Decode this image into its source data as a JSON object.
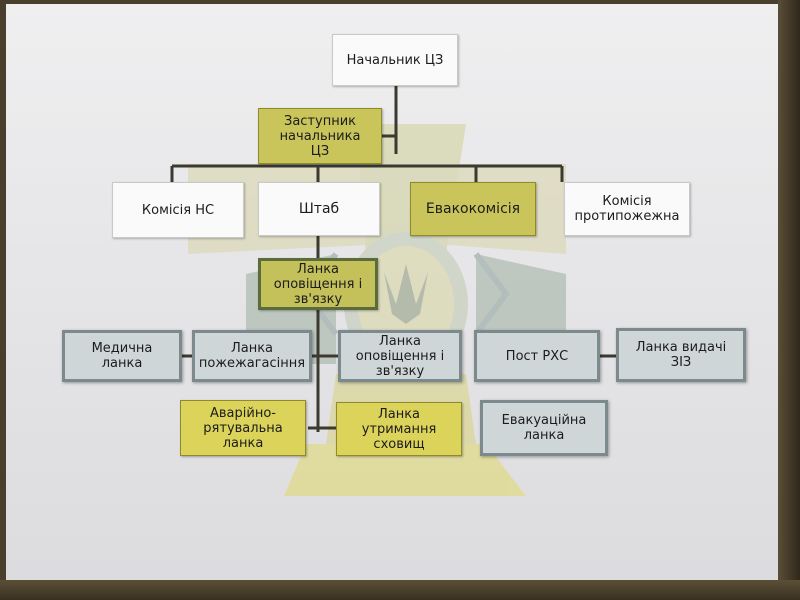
{
  "chart": {
    "top": "Начальник ЦЗ",
    "deputy": "Заступник\nначальника\nЦЗ",
    "tier2": {
      "commission_ns": "Комісія НС",
      "staff": "Штаб",
      "evac_commission": "Евакокомісія",
      "fire_commission": "Комісія\nпротипожежна"
    },
    "staff_link": "Ланка\nоповіщення і\nзв'язку",
    "row1": {
      "medical": "Медична\nланка",
      "firefighting": "Ланка\nпожежагасіння",
      "notification": "Ланка\nоповіщення і\nзв'язку",
      "post_rhs": "Пост РХС",
      "ppe_issue": "Ланка видачі\nЗІЗ"
    },
    "row2": {
      "rescue": "Аварійно-\nрятувальна\nланка",
      "shelter": "Ланка\nутримання\nсховищ",
      "evacuation": "Евакуаційна\nланка"
    }
  },
  "colors": {
    "line": "#3a3a30",
    "olive": "#c9c55a",
    "gray_box": "#cfd6d8"
  }
}
